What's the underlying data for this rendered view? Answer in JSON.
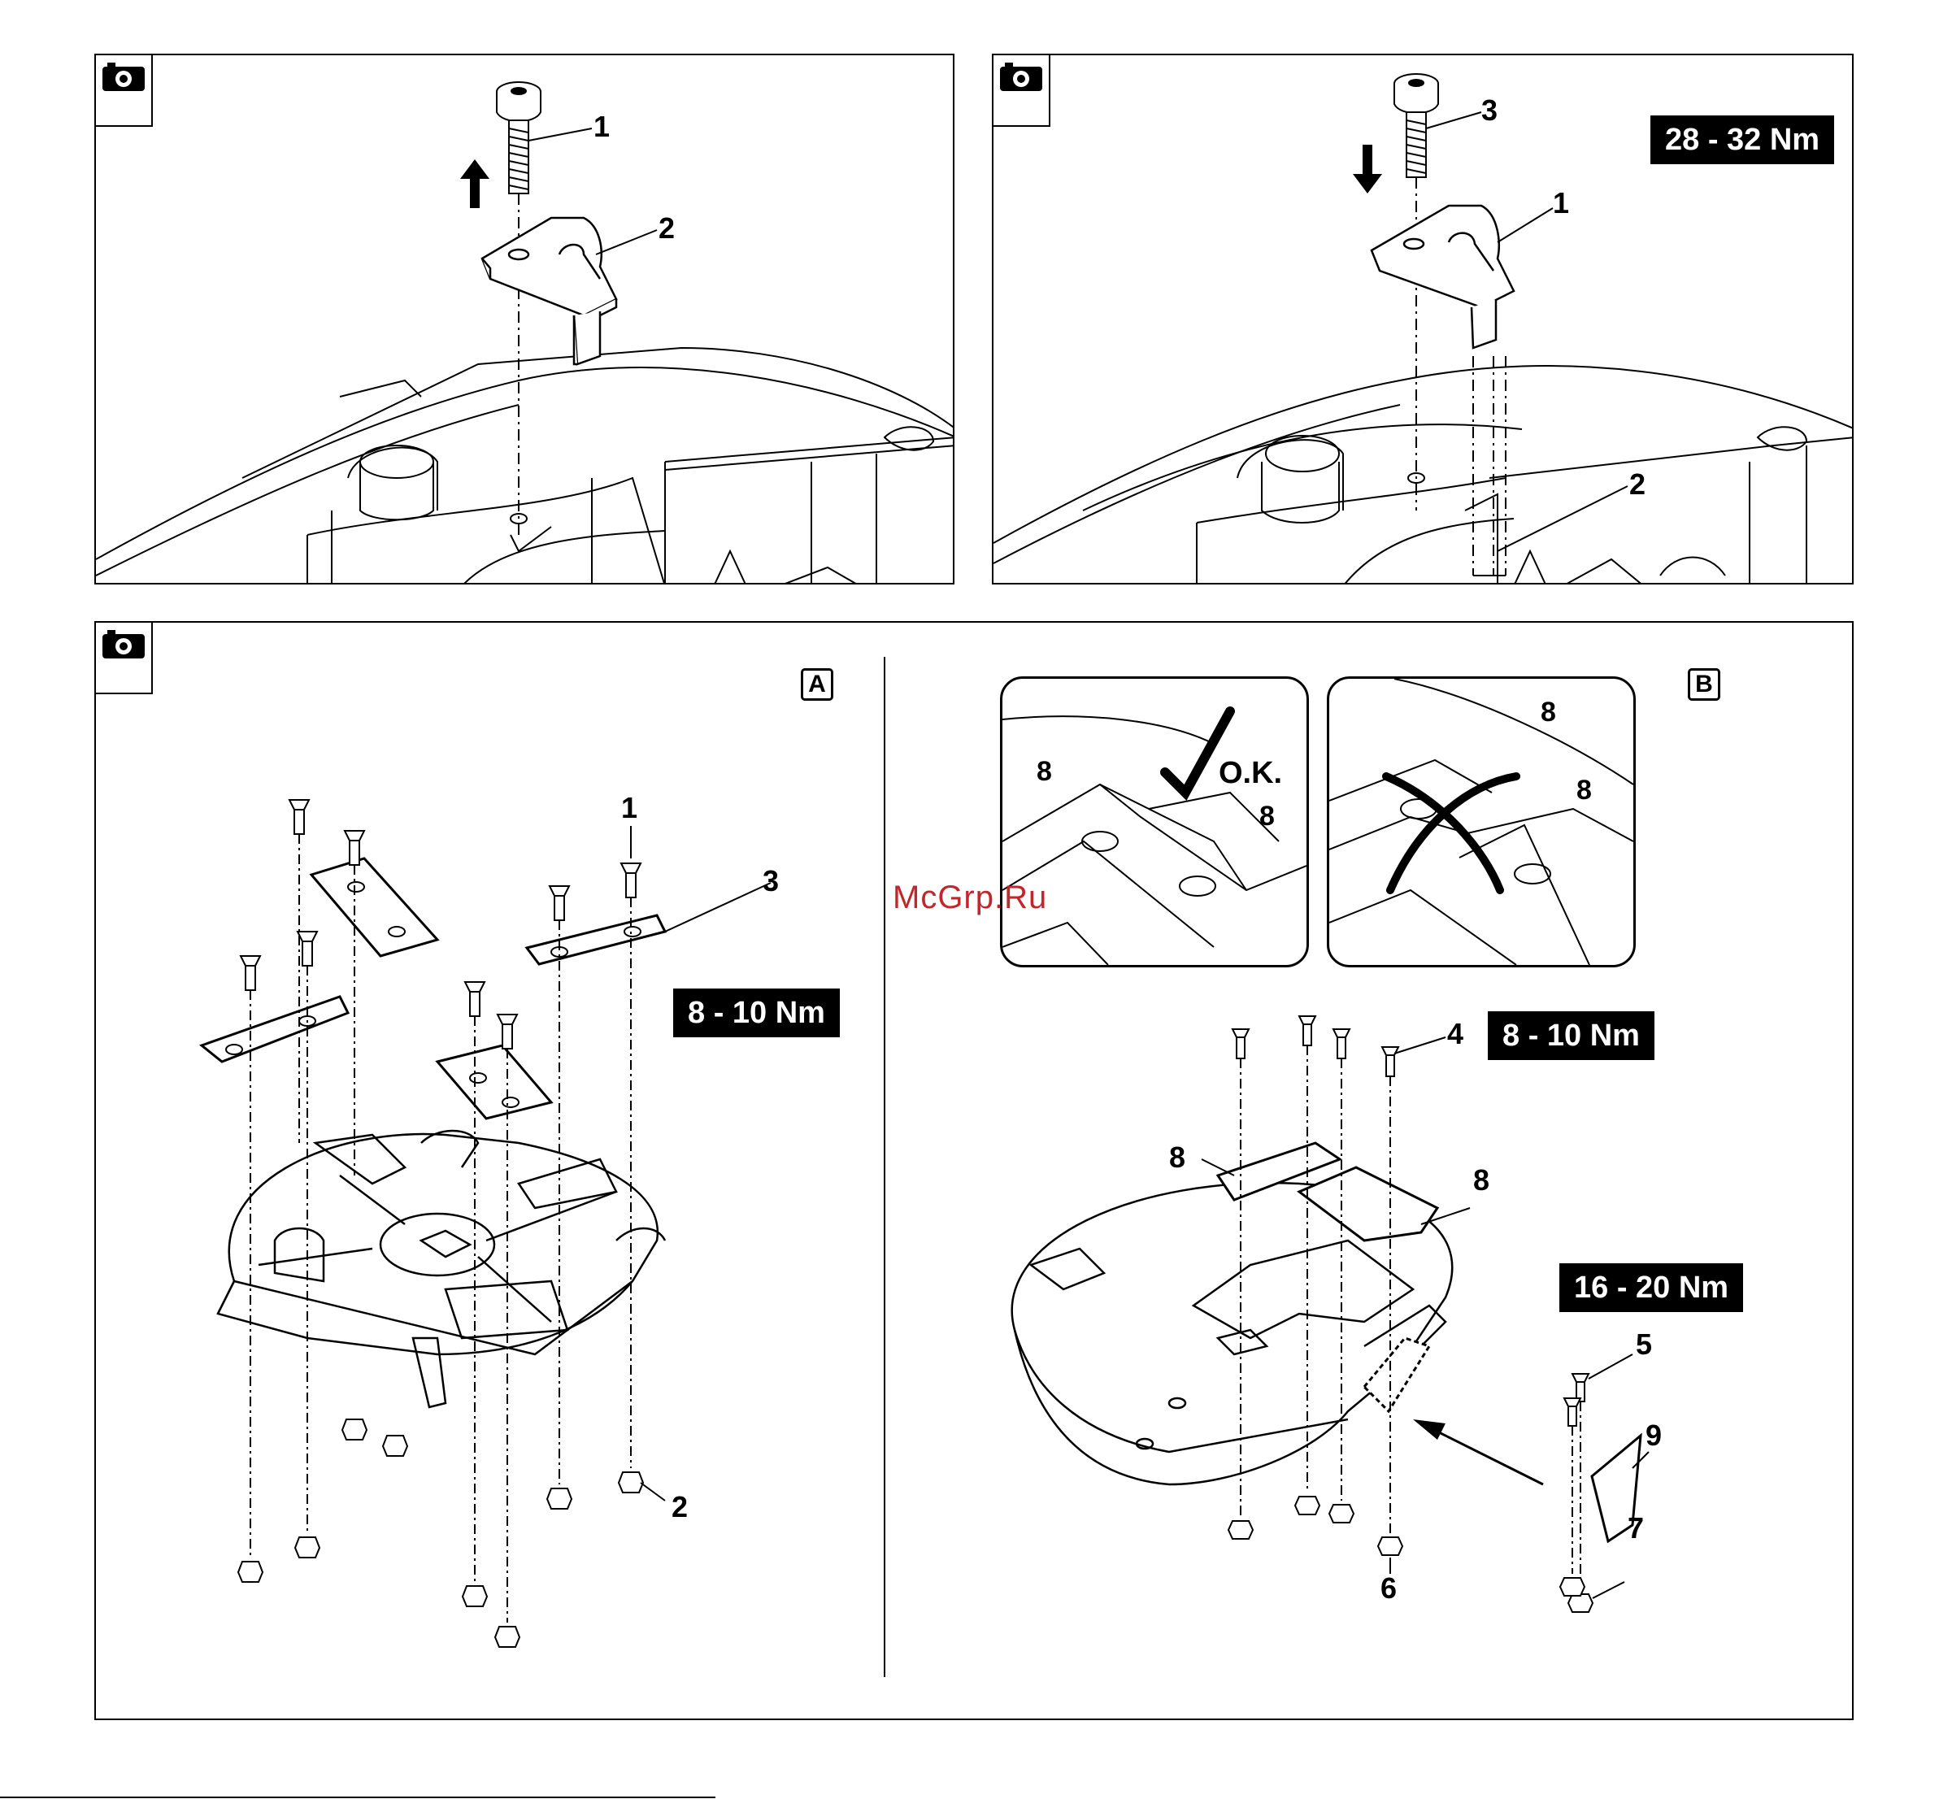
{
  "watermark": "McGrp.Ru",
  "panel_top_left": {
    "callouts": [
      "1",
      "2"
    ],
    "icons": [
      "camera-icon",
      "arrow-up-icon"
    ]
  },
  "panel_top_right": {
    "torque": "28 - 32 Nm",
    "callouts": [
      "3",
      "1",
      "2"
    ],
    "icons": [
      "camera-icon",
      "arrow-down-icon"
    ]
  },
  "panel_bottom": {
    "section_a": {
      "label": "A",
      "torque": "8 - 10 Nm",
      "callouts": [
        "1",
        "3",
        "2"
      ]
    },
    "section_b": {
      "label": "B",
      "inset_ok": {
        "mark": "O.K.",
        "callouts": [
          "8",
          "8"
        ]
      },
      "inset_wrong": {
        "callouts": [
          "8",
          "8"
        ]
      },
      "torque_blades": "8 - 10 Nm",
      "torque_cutter": "16 - 20 Nm",
      "callouts": [
        "4",
        "8",
        "8",
        "5",
        "9",
        "7",
        "6"
      ]
    }
  }
}
